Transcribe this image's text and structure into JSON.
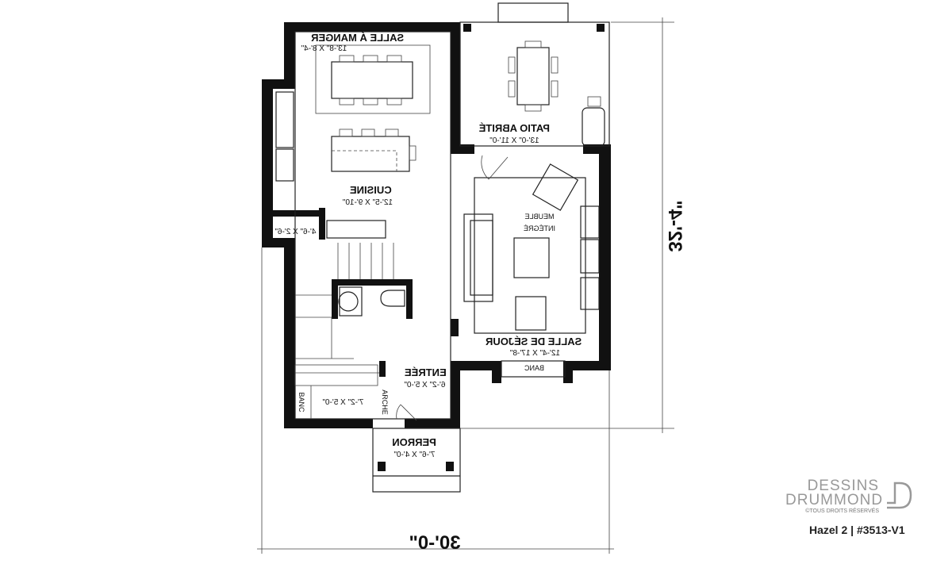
{
  "rooms": {
    "dining": {
      "name": "SALLE Á MANGER",
      "size": "13'-8\" X 8'-4\""
    },
    "patio": {
      "name": "PATIO ABRITÉ",
      "size": "13'-0\" X 11'-0\""
    },
    "kitchen": {
      "name": "CUISINE",
      "size": "12'-5\" X 9'-10\""
    },
    "builtin": {
      "line1": "MEUBLE",
      "line2": "INTÉGRÉ"
    },
    "pantry": {
      "size": "4'-6\" X 2'-6\""
    },
    "living": {
      "name": "SALLE DE SÉJOUR",
      "size": "12'-4\" X 17'-8\""
    },
    "bench_living": "BANC",
    "entry": {
      "name": "ENTRÉE",
      "size": "6'-2\" X 5'-0\""
    },
    "mudroom": {
      "bench": "BANC",
      "size": "7'-2\" X 5'-0\"",
      "arch": "ARCHE"
    },
    "porch": {
      "name": "PERRON",
      "size": "7'-6\" X 4'-0\""
    }
  },
  "dimensions": {
    "depth": "32'-4\"",
    "width": "30'-0\""
  },
  "logo": {
    "line1": "DESSINS",
    "line2": "DRUMMOND",
    "rights": "©TOUS DROITS RÉSERVÉS",
    "plan": "Hazel 2 | #3513-V1"
  }
}
